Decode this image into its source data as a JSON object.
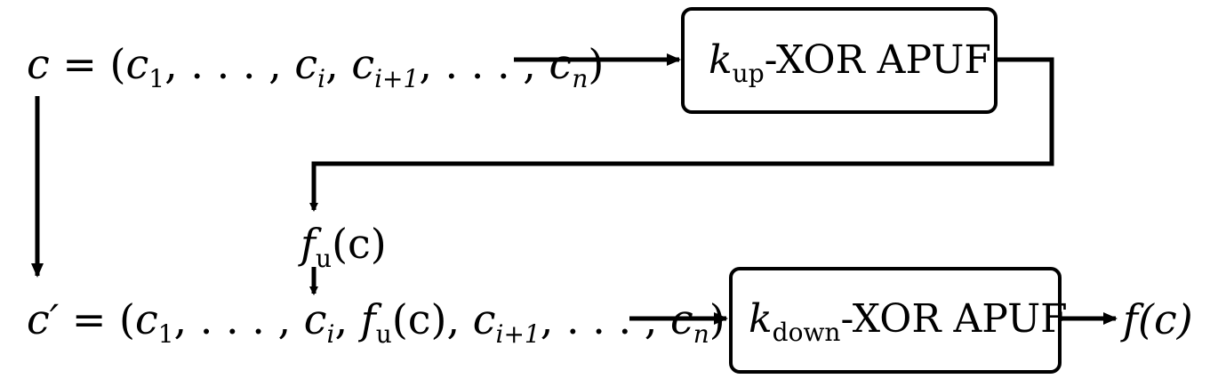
{
  "input_challenge": {
    "lhs": "c",
    "eq": " = (",
    "c": "c",
    "s1": "1",
    "comma_dots": ", . . . , ",
    "ci_sub": "i",
    "comma": ", ",
    "ci1_sub": "i+1",
    "cn_sub": "n",
    "close": ")"
  },
  "upper_box": {
    "k": "k",
    "sub": "up",
    "text": "-XOR APUF"
  },
  "fu_label": {
    "f": "f",
    "sub": "u",
    "arg": "(c)"
  },
  "modified_challenge": {
    "lhs": "c′",
    "eq": " = (",
    "c": "c",
    "s1": "1",
    "comma_dots": ", . . . , ",
    "ci_sub": "i",
    "comma": ", ",
    "f": "f",
    "fu_sub": "u",
    "fu_arg": "(c)",
    "ci1_sub": "i+1",
    "cn_sub": "n",
    "close": ")"
  },
  "lower_box": {
    "k": "k",
    "sub": "down",
    "text": "-XOR APUF"
  },
  "output": {
    "label": "f(c)"
  }
}
